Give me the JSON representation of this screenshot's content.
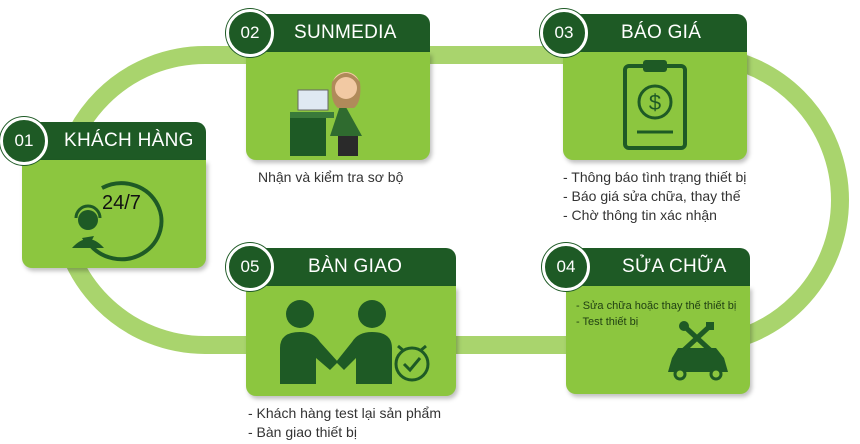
{
  "steps": [
    {
      "num": "01",
      "title": "KHÁCH HÀNG",
      "icon": "headset-24-7-icon",
      "badge": "24/7",
      "desc": []
    },
    {
      "num": "02",
      "title": "SUNMEDIA",
      "icon": "receptionist-icon",
      "desc": [
        "Nhận và kiểm tra sơ bộ"
      ]
    },
    {
      "num": "03",
      "title": "BÁO GIÁ",
      "icon": "clipboard-dollar-icon",
      "desc": [
        "- Thông báo tình trạng thiết bị",
        "- Báo giá sửa chữa, thay thế",
        "- Chờ thông tin xác nhận"
      ]
    },
    {
      "num": "04",
      "title": "SỬA CHỮA",
      "icon": "car-repair-tools-icon",
      "inner": [
        "- Sửa chữa hoặc thay thế thiết bị",
        "- Test thiết bị"
      ]
    },
    {
      "num": "05",
      "title": "BÀN GIAO",
      "icon": "handshake-clock-icon",
      "desc": [
        "- Khách hàng test lại sản phẩm",
        "- Bàn giao thiết bị"
      ]
    }
  ],
  "colors": {
    "dark_green": "#1e5a25",
    "card_green": "#8cc63f",
    "loop_green": "#a9d46d"
  }
}
